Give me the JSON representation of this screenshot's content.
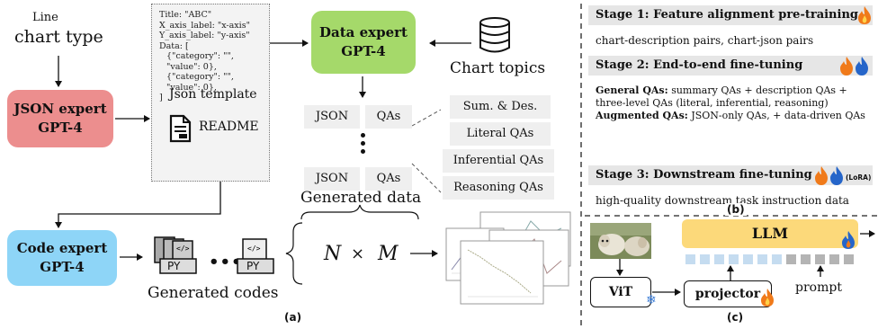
{
  "panel_a": {
    "line_label": "Line",
    "chart_type_label": "chart type",
    "json_expert": {
      "name": "JSON expert",
      "model": "GPT-4"
    },
    "json_template": {
      "lines": [
        "Title: \"ABC\"",
        "X_axis_label: \"x-axis\"",
        "Y_axis_label: \"y-axis\"",
        "Data: [",
        "{\"category\": \"\", \"value\": 0},",
        "{\"category\": \"\", \"value\": 0},",
        "]"
      ],
      "caption": "Json template",
      "readme_label": "README"
    },
    "data_expert": {
      "name": "Data expert",
      "model": "GPT-4"
    },
    "chart_topics_label": "Chart topics",
    "pair_rows": [
      {
        "left": "JSON",
        "right": "QAs"
      },
      {
        "left": "JSON",
        "right": "QAs"
      }
    ],
    "qa_types": [
      "Sum. & Des.",
      "Literal QAs",
      "Inferential QAs",
      "Reasoning QAs"
    ],
    "generated_data_label": "Generated data",
    "code_expert": {
      "name": "Code expert",
      "model": "GPT-4"
    },
    "file_label": "PY",
    "generated_codes_label": "Generated codes",
    "formula": {
      "n": "N",
      "times": "×",
      "m": "M"
    },
    "caption": "(a)"
  },
  "panel_b": {
    "stage1": {
      "title": "Stage 1: Feature alignment pre-training",
      "body": "chart-description pairs, chart-json pairs"
    },
    "stage2": {
      "title": "Stage 2: End-to-end fine-tuning",
      "general_label": "General QAs:",
      "general_text_1": " summary QAs + description QAs +",
      "general_text_2": "three-level QAs (literal, inferential, reasoning)",
      "augmented_label": "Augmented QAs:",
      "augmented_text": " JSON-only QAs, + data-driven QAs"
    },
    "stage3": {
      "title": "Stage 3: Downstream fine-tuning",
      "lora": "(LoRA)",
      "body": "high-quality downstream task instruction data"
    },
    "caption": "(b)"
  },
  "panel_c": {
    "llm_label": "LLM",
    "vit_label": "ViT",
    "projector_label": "projector",
    "prompt_label": "prompt",
    "caption": "(c)"
  },
  "colors": {
    "json_expert": "#ec8e8e",
    "data_expert": "#a5d96a",
    "code_expert": "#8ed5f7",
    "llm": "#fcd97a",
    "visual_token": "#c5dcf0",
    "text_token": "#b4b4b4"
  }
}
